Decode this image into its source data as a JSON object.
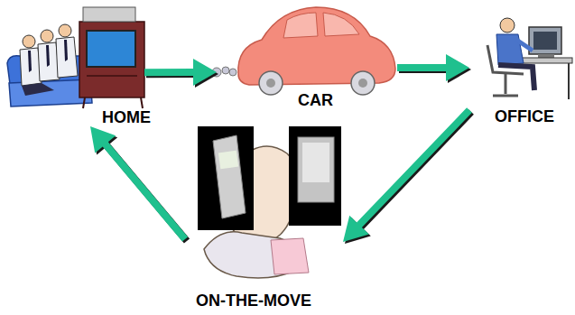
{
  "diagram": {
    "nodes": [
      {
        "text": [
          "HOME"
        ]
      },
      {
        "text": [
          "CAR"
        ]
      },
      {
        "text": [
          "OFFICE"
        ]
      },
      {
        "text": [
          "ON-THE-MOVE"
        ]
      }
    ],
    "edges": [
      {
        "from": 0,
        "to": 1,
        "arrow": "to"
      },
      {
        "from": 1,
        "to": 2,
        "arrow": "to"
      },
      {
        "from": 2,
        "to": 3,
        "arrow": "to"
      },
      {
        "from": 3,
        "to": 0,
        "arrow": "to"
      }
    ]
  }
}
